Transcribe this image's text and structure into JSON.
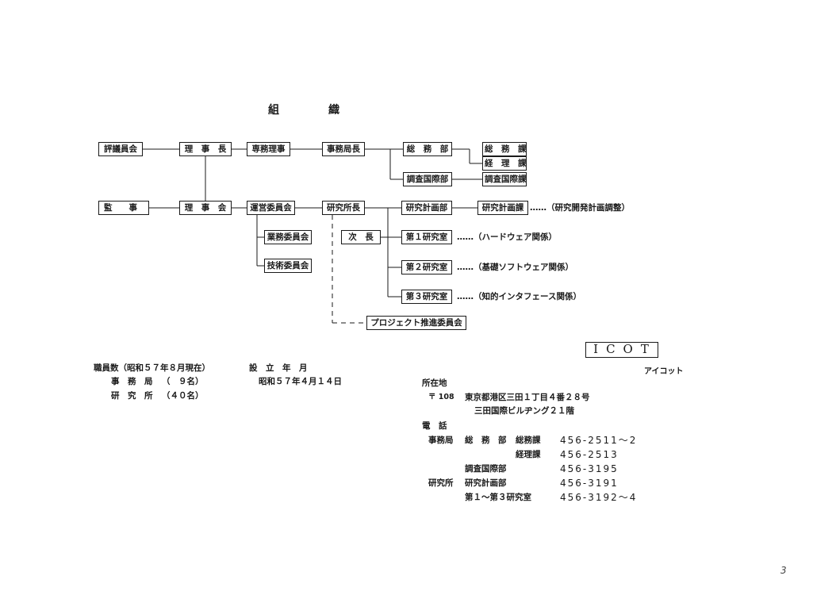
{
  "title": [
    "組",
    "織"
  ],
  "nodes": {
    "hyogiinkai": "評議員会",
    "rijicho": "理　事　長",
    "semmu_riji": "専務理事",
    "jimukyokucho": "事務局長",
    "somubu": "総　務　部",
    "somuka": "総　務　課",
    "keirika": "経　理　課",
    "chosa_kokusaibu": "調査国際部",
    "chosa_kokusaika": "調査国際課",
    "kanji": "監　　事",
    "rijikai": "理　事　会",
    "unei_iinkai": "運営委員会",
    "kenkyushocho": "研究所長",
    "kenkyu_keikakubu": "研究計画部",
    "kenkyu_keikakuka": "研究計画課",
    "gyomu_iinkai": "業務委員会",
    "gijutsu_iinkai": "技術委員会",
    "jicho": "次　長",
    "lab1": "第１研究室",
    "lab2": "第２研究室",
    "lab3": "第３研究室",
    "project_iinkai": "プロジェクト推進委員会"
  },
  "notes": {
    "keikakuka": "……（研究開発計画調整）",
    "lab1": "……（ハードウェア関係）",
    "lab2": "……（基礎ソフトウェア関係）",
    "lab3": "……（知的インタフェース関係）"
  },
  "logo": {
    "text": "ICOT",
    "reading": "アイコット"
  },
  "staff": {
    "heading": "職員数（昭和５７年８月現在）",
    "jimukyoku_label": "事　務　局",
    "jimukyoku_count": "（　９名）",
    "kenkyusho_label": "研　究　所",
    "kenkyusho_count": "（４０名）"
  },
  "founded": {
    "heading": "設　立　年　月",
    "date": "昭和５７年４月１４日"
  },
  "address": {
    "heading": "所在地",
    "postal": "〒 108",
    "line1": "東京都港区三田１丁目４番２８号",
    "line2": "三田国際ビルヂング２１階"
  },
  "phone": {
    "heading": "電　話",
    "rows": [
      {
        "org": "事務局",
        "dept": "総　務　部",
        "section": "総務課",
        "number": "456-2511～2"
      },
      {
        "org": "",
        "dept": "",
        "section": "経理課",
        "number": "456-2513"
      },
      {
        "org": "",
        "dept": "調査国際部",
        "section": "",
        "number": "456-3195"
      },
      {
        "org": "研究所",
        "dept": "研究計画部",
        "section": "",
        "number": "456-3191"
      },
      {
        "org": "",
        "dept": "第１～第３研究室",
        "section": "",
        "number": "456-3192～4"
      }
    ]
  },
  "page_number": "3"
}
